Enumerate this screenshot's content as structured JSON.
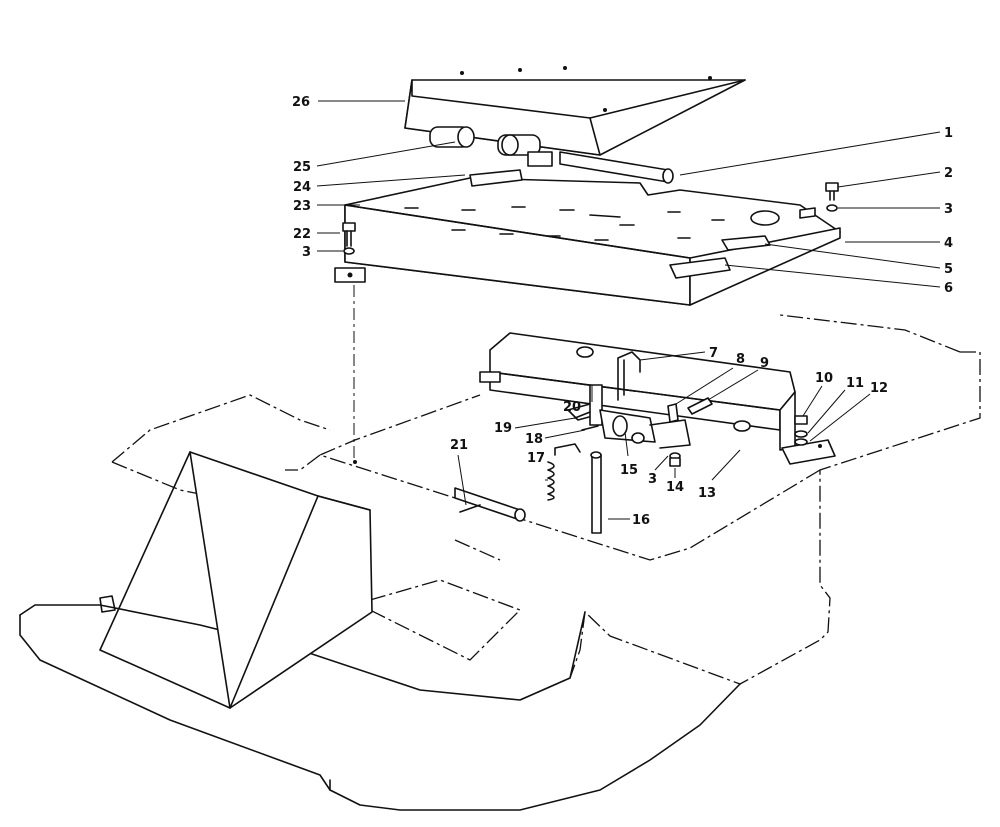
{
  "callouts": [
    {
      "id": "26",
      "label": "26"
    },
    {
      "id": "25",
      "label": "25"
    },
    {
      "id": "24",
      "label": "24"
    },
    {
      "id": "23",
      "label": "23"
    },
    {
      "id": "22",
      "label": "22"
    },
    {
      "id": "3a",
      "label": "3"
    },
    {
      "id": "1",
      "label": "1"
    },
    {
      "id": "2",
      "label": "2"
    },
    {
      "id": "3b",
      "label": "3"
    },
    {
      "id": "4",
      "label": "4"
    },
    {
      "id": "5",
      "label": "5"
    },
    {
      "id": "6",
      "label": "6"
    },
    {
      "id": "7",
      "label": "7"
    },
    {
      "id": "8",
      "label": "8"
    },
    {
      "id": "9",
      "label": "9"
    },
    {
      "id": "10",
      "label": "10"
    },
    {
      "id": "11",
      "label": "11"
    },
    {
      "id": "12",
      "label": "12"
    },
    {
      "id": "13",
      "label": "13"
    },
    {
      "id": "14",
      "label": "14"
    },
    {
      "id": "3c",
      "label": "3"
    },
    {
      "id": "15",
      "label": "15"
    },
    {
      "id": "16",
      "label": "16"
    },
    {
      "id": "17",
      "label": "17"
    },
    {
      "id": "18",
      "label": "18"
    },
    {
      "id": "19",
      "label": "19"
    },
    {
      "id": "20",
      "label": "20"
    },
    {
      "id": "21",
      "label": "21"
    }
  ],
  "colors": {
    "ink": "#111111",
    "paper": "#ffffff"
  }
}
